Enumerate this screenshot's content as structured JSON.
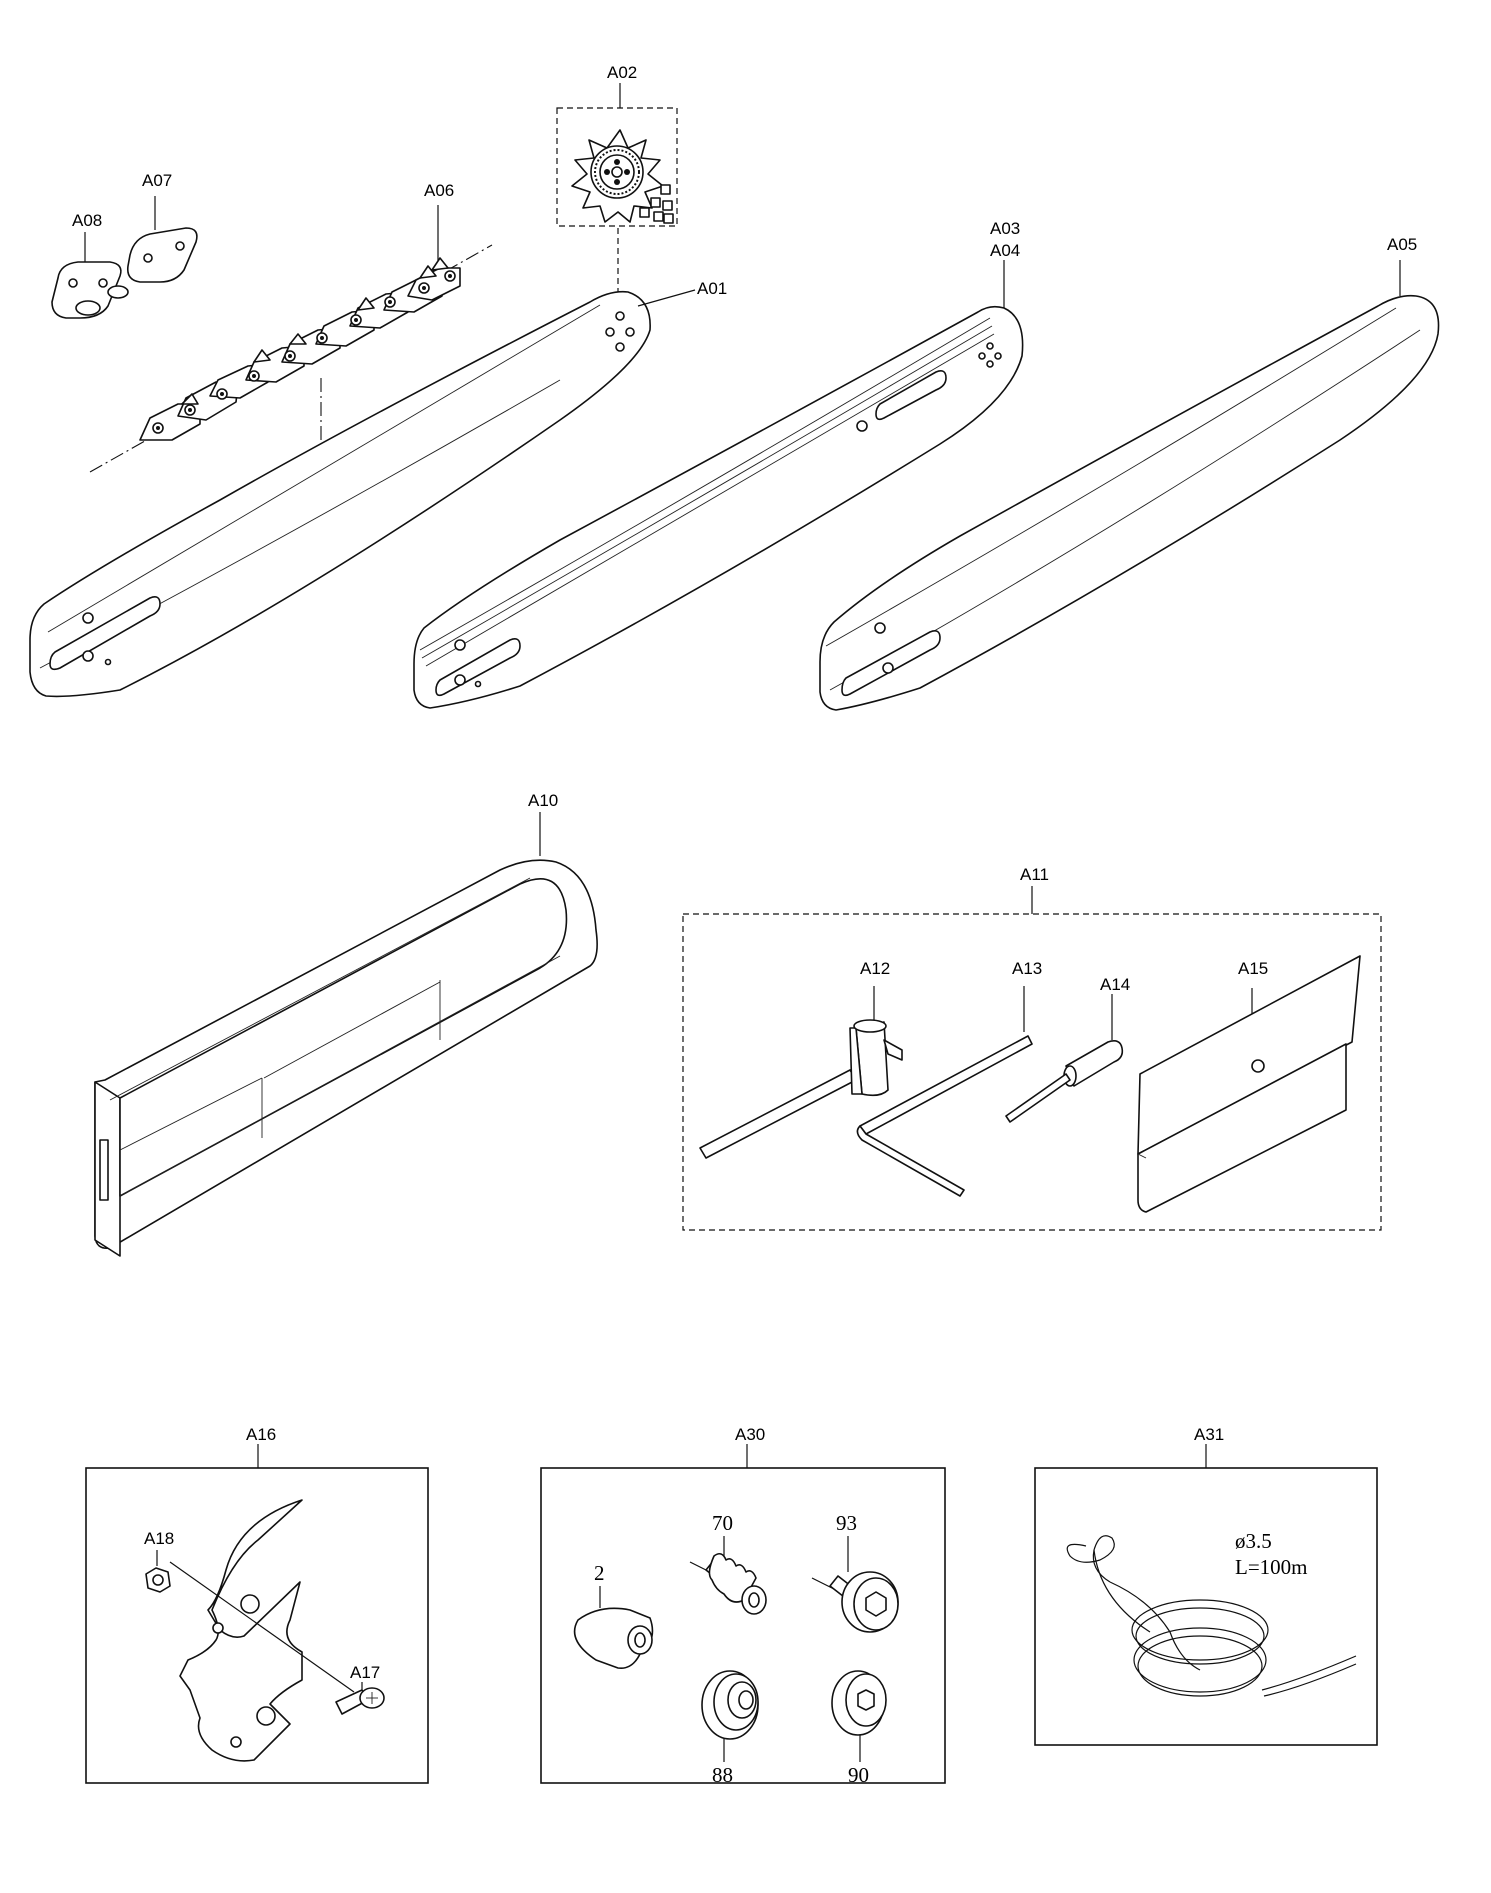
{
  "parts": {
    "a01": "A01",
    "a02": "A02",
    "a03": "A03",
    "a04": "A04",
    "a05": "A05",
    "a06": "A06",
    "a07": "A07",
    "a08": "A08",
    "a10": "A10",
    "a11": "A11",
    "a12": "A12",
    "a13": "A13",
    "a14": "A14",
    "a15": "A15",
    "a16": "A16",
    "a17": "A17",
    "a18": "A18",
    "a30": "A30",
    "a31": "A31",
    "p2": "2",
    "p70": "70",
    "p93": "93",
    "p88": "88",
    "p90": "90"
  },
  "rope": {
    "diameter": "ø3.5",
    "length": "L=100m"
  }
}
